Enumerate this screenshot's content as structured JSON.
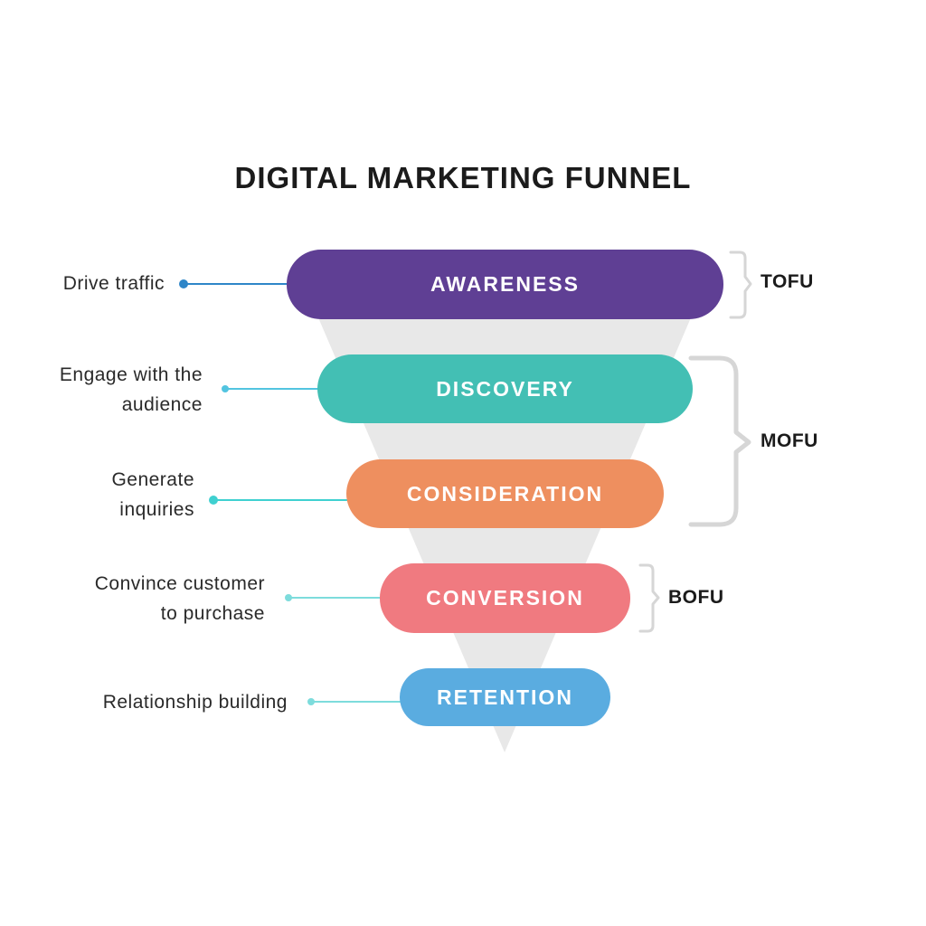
{
  "title": "DIGITAL MARKETING FUNNEL",
  "stages": [
    {
      "label": "AWARENESS",
      "description": "Drive traffic",
      "color": "#5f3f94",
      "dot_color": "#2f86c8"
    },
    {
      "label": "DISCOVERY",
      "description_lines": [
        "Engage with the",
        "audience"
      ],
      "color": "#43bfb4",
      "dot_color": "#52c4e0"
    },
    {
      "label": "CONSIDERATION",
      "description_lines": [
        "Generate",
        "inquiries"
      ],
      "color": "#ee8f5f",
      "dot_color": "#3fd0d0"
    },
    {
      "label": "CONVERSION",
      "description_lines": [
        "Convince customer",
        "to purchase"
      ],
      "color": "#f07a80",
      "dot_color": "#7ddcdc"
    },
    {
      "label": "RETENTION",
      "description": "Relationship building",
      "color": "#5aace0",
      "dot_color": "#7ddcdc"
    }
  ],
  "groups": {
    "tofu": "TOFU",
    "mofu": "MOFU",
    "bofu": "BOFU"
  },
  "funnel_color": "#e8e8e8",
  "bracket_color": "#d6d6d6"
}
